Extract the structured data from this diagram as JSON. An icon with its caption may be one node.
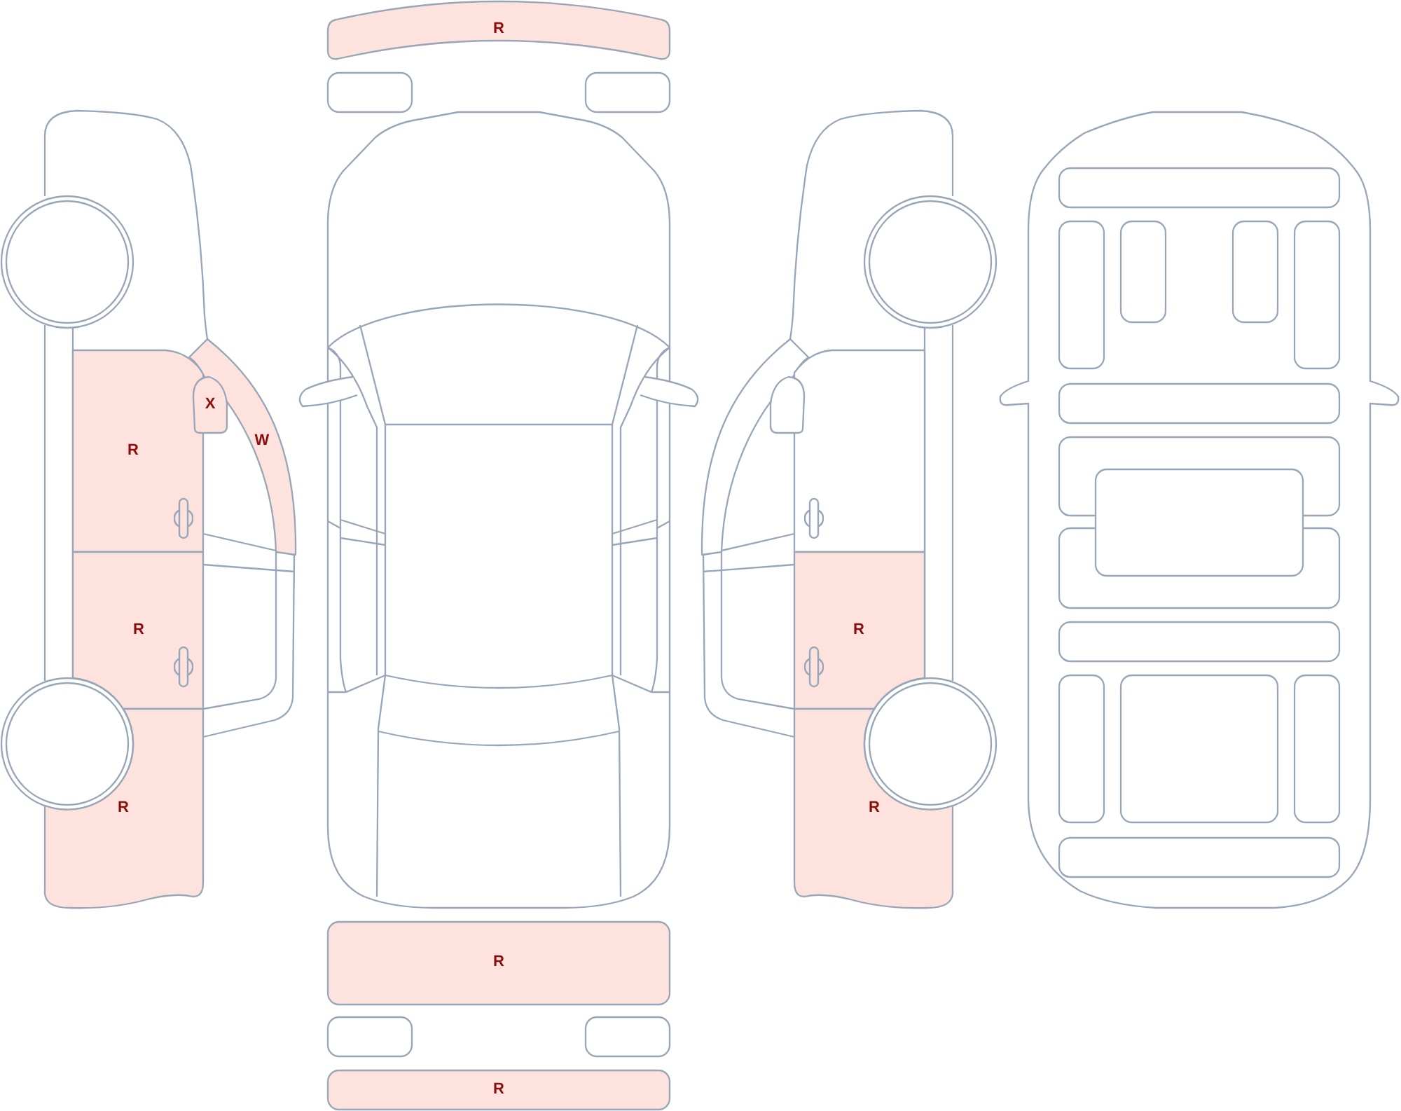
{
  "diagram": {
    "nodes": [
      {
        "text": [
          "R"
        ]
      },
      {
        "text": [
          "X"
        ]
      },
      {
        "text": [
          "W"
        ]
      },
      {
        "text": [
          "R"
        ]
      },
      {
        "text": [
          "R"
        ]
      },
      {
        "text": [
          "R"
        ]
      },
      {
        "text": [],
        "shape": "box"
      },
      {
        "text": [],
        "shape": "box"
      },
      {
        "text": [
          "R"
        ]
      },
      {
        "text": [],
        "shape": "box"
      },
      {
        "text": [],
        "shape": "box"
      },
      {
        "text": [
          "R"
        ]
      },
      {
        "text": [],
        "shape": "box"
      },
      {
        "text": [],
        "shape": "box"
      },
      {
        "text": [],
        "shape": "box"
      },
      {
        "text": [
          "R"
        ]
      },
      {
        "text": [
          "R"
        ]
      },
      {
        "text": [],
        "shape": "box"
      },
      {
        "text": [],
        "shape": "box"
      },
      {
        "text": [],
        "shape": "box"
      },
      {
        "text": [],
        "shape": "box"
      },
      {
        "text": [],
        "shape": "box"
      },
      {
        "text": [],
        "shape": "box"
      },
      {
        "text": [],
        "shape": "box"
      },
      {
        "text": [],
        "shape": "box"
      },
      {
        "text": [],
        "shape": "box"
      },
      {
        "text": [],
        "shape": "box"
      },
      {
        "text": [],
        "shape": "box"
      },
      {
        "text": [],
        "shape": "box"
      },
      {
        "text": [],
        "shape": "box"
      },
      {
        "text": [],
        "shape": "box"
      }
    ]
  }
}
